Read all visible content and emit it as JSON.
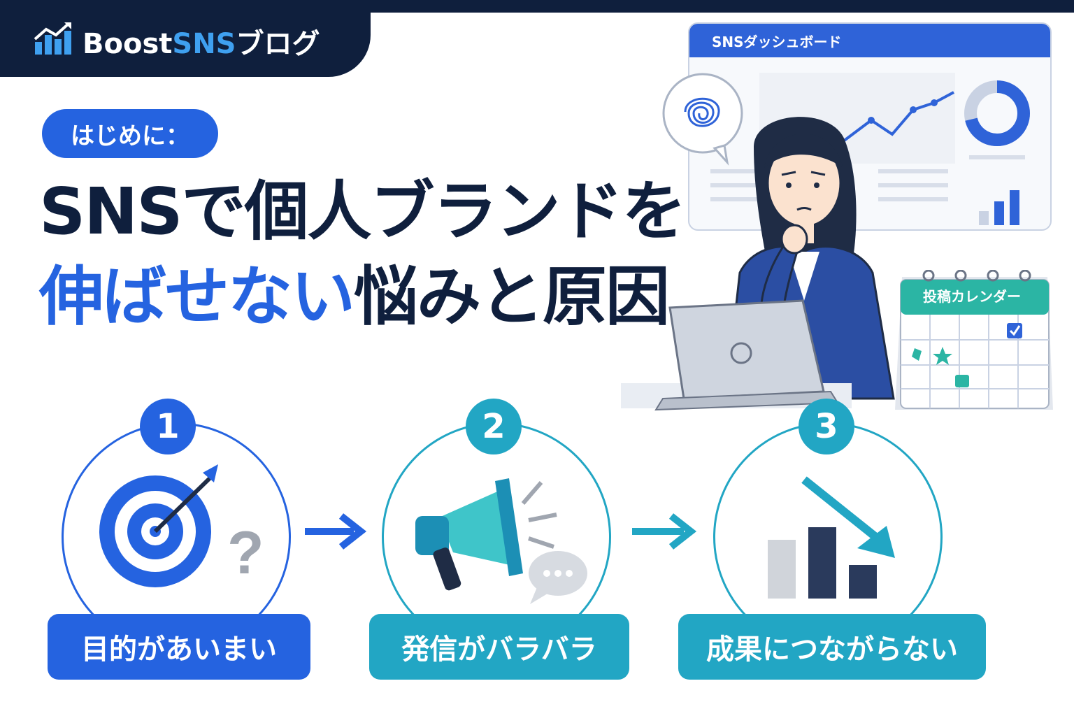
{
  "brand": {
    "name_main": "Boost",
    "name_accent": "SNS",
    "name_suffix": "ブログ",
    "logo_icon": "bar-chart-arrow-icon"
  },
  "intro": {
    "label": "はじめに："
  },
  "headline": {
    "line1": "SNSで個人ブランドを",
    "line2_blue": "伸ばせない",
    "line2_dark": "悩みと原因"
  },
  "illustration": {
    "dashboard_title": "SNSダッシュボード",
    "calendar_title": "投稿カレンダー",
    "thought_icon": "tangled-scribble-icon"
  },
  "steps": [
    {
      "number": "1",
      "label": "目的があいまい",
      "icon": "target-question-icon",
      "color": "#2563e0"
    },
    {
      "number": "2",
      "label": "発信がバラバラ",
      "icon": "megaphone-icon",
      "color": "#22a6c4"
    },
    {
      "number": "3",
      "label": "成果につながらない",
      "icon": "declining-bars-icon",
      "color": "#22a6c4"
    }
  ],
  "colors": {
    "navy": "#0f1f3d",
    "blue": "#2563e0",
    "teal": "#22a6c4",
    "brand_accent": "#3fa0f0"
  }
}
